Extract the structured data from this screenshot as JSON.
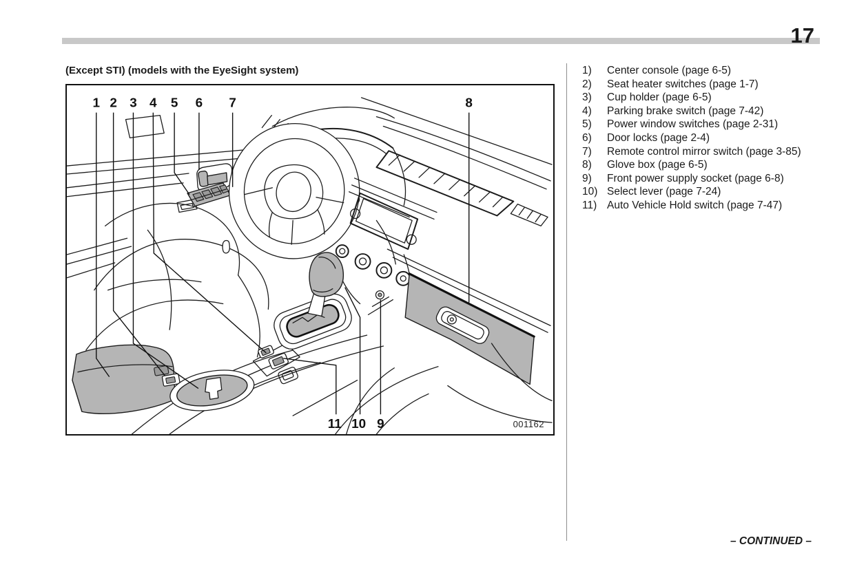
{
  "page": {
    "number": "17",
    "continued": "– CONTINUED –"
  },
  "figure": {
    "caption": "(Except STI) (models with the EyeSight system)",
    "code": "001162",
    "callouts": [
      "1",
      "2",
      "3",
      "4",
      "5",
      "6",
      "7",
      "8",
      "9",
      "10",
      "11"
    ]
  },
  "legend": {
    "items": [
      {
        "num": "1)",
        "label": "Center console (page 6-5)"
      },
      {
        "num": "2)",
        "label": "Seat heater switches (page 1-7)"
      },
      {
        "num": "3)",
        "label": "Cup holder (page 6-5)"
      },
      {
        "num": "4)",
        "label": "Parking brake switch (page 7-42)"
      },
      {
        "num": "5)",
        "label": "Power window switches (page 2-31)"
      },
      {
        "num": "6)",
        "label": "Door locks (page 2-4)"
      },
      {
        "num": "7)",
        "label": "Remote control mirror switch (page 3-85)"
      },
      {
        "num": "8)",
        "label": "Glove box (page 6-5)"
      },
      {
        "num": "9)",
        "label": "Front power supply socket (page 6-8)"
      },
      {
        "num": "10)",
        "label": "Select lever (page 7-24)"
      },
      {
        "num": "11)",
        "label": "Auto Vehicle Hold switch (page 7-47)"
      }
    ]
  }
}
